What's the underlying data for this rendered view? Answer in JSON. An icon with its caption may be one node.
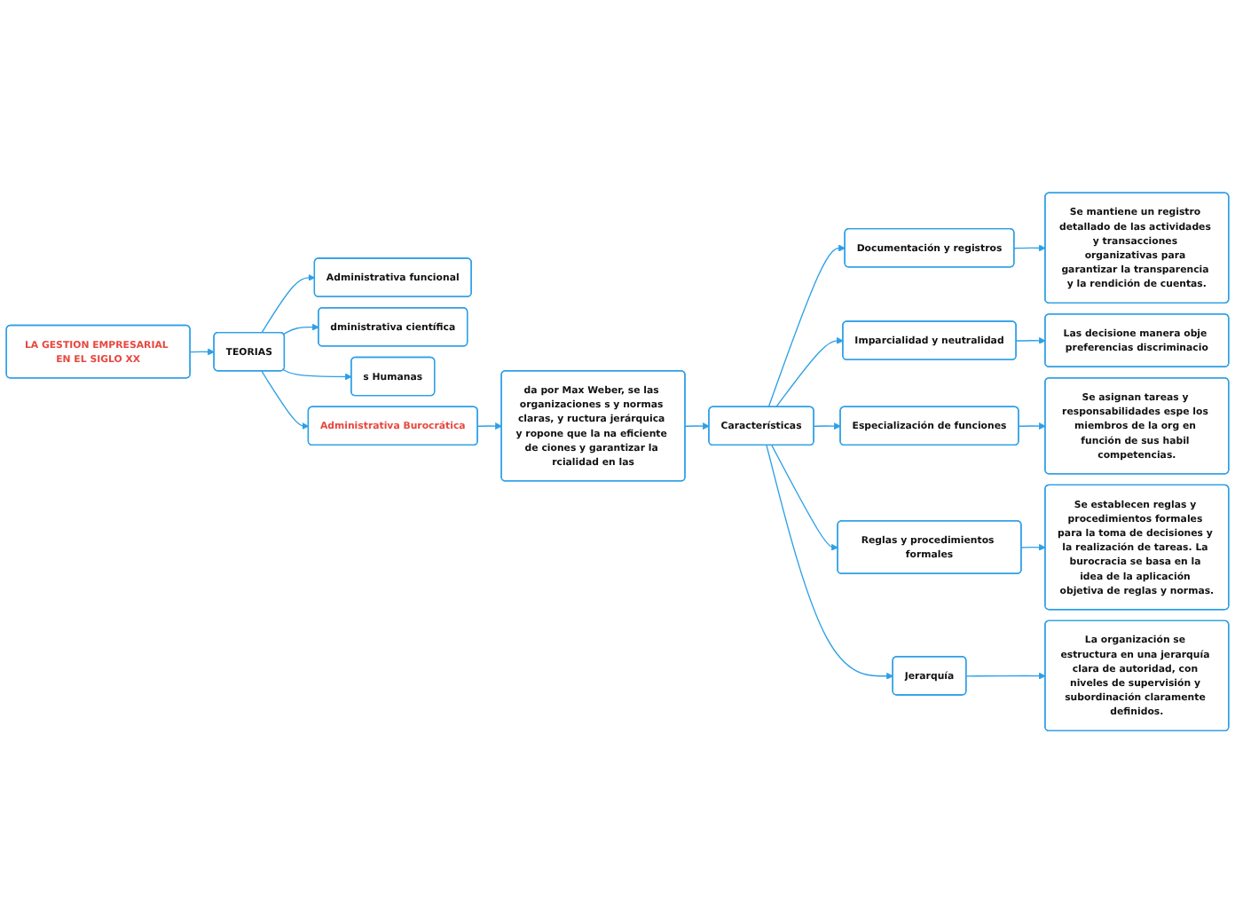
{
  "diagram": {
    "nodes": [
      {
        "text": [
          "LA GESTION EMPRESARIAL EN EL SIGLO XX"
        ]
      },
      {
        "text": [
          "TEORIAS"
        ]
      },
      {
        "text": [
          "Administrativa funcional"
        ]
      },
      {
        "text": [
          "dministrativa científica"
        ]
      },
      {
        "text": [
          "s Humanas"
        ]
      },
      {
        "text": [
          "Administrativa Burocrática"
        ]
      },
      {
        "text": [
          "da por Max Weber, se las organizaciones s y normas claras, y ructura jerárquica y ropone que la na eficiente de ciones y garantizar la rcialidad en las"
        ]
      },
      {
        "text": [
          "Características"
        ]
      },
      {
        "text": [
          "Documentación y registros"
        ]
      },
      {
        "text": [
          "Se mantiene un registro detallado de las actividades y transacciones organizativas para garantizar la transparencia y la rendición de cuentas."
        ]
      },
      {
        "text": [
          "Imparcialidad y neutralidad"
        ]
      },
      {
        "text": [
          "Las decisione manera obje preferencias discriminacio"
        ]
      },
      {
        "text": [
          "Especialización de funciones"
        ]
      },
      {
        "text": [
          "Se asignan tareas y responsabilidades espe los miembros de la org en función de sus habil competencias."
        ]
      },
      {
        "text": [
          "Reglas y procedimientos formales"
        ]
      },
      {
        "text": [
          "Se establecen reglas y procedimientos formales para la toma de decisiones y la realización de tareas. La burocracia se basa en la idea de la aplicación objetiva de reglas y normas."
        ]
      },
      {
        "text": [
          "Jerarquía"
        ]
      },
      {
        "text": [
          "La organización se estructura en una jerarquía clara de autoridad, con niveles de supervisión y subordinación claramente definidos."
        ]
      }
    ],
    "edges": [
      {
        "from": 0,
        "to": 1,
        "arrow": "to"
      },
      {
        "from": 1,
        "to": 2,
        "arrow": "to"
      },
      {
        "from": 1,
        "to": 3,
        "arrow": "to"
      },
      {
        "from": 1,
        "to": 4,
        "arrow": "to"
      },
      {
        "from": 1,
        "to": 5,
        "arrow": "to"
      },
      {
        "from": 5,
        "to": 6,
        "arrow": "to"
      },
      {
        "from": 6,
        "to": 7,
        "arrow": "to"
      },
      {
        "from": 7,
        "to": 8,
        "arrow": "to"
      },
      {
        "from": 8,
        "to": 9,
        "arrow": "to"
      },
      {
        "from": 7,
        "to": 10,
        "arrow": "to"
      },
      {
        "from": 10,
        "to": 11,
        "arrow": "to"
      },
      {
        "from": 7,
        "to": 12,
        "arrow": "to"
      },
      {
        "from": 12,
        "to": 13,
        "arrow": "to"
      },
      {
        "from": 7,
        "to": 14,
        "arrow": "to"
      },
      {
        "from": 14,
        "to": 15,
        "arrow": "to"
      },
      {
        "from": 7,
        "to": 16,
        "arrow": "to"
      },
      {
        "from": 16,
        "to": 17,
        "arrow": "to"
      }
    ]
  }
}
